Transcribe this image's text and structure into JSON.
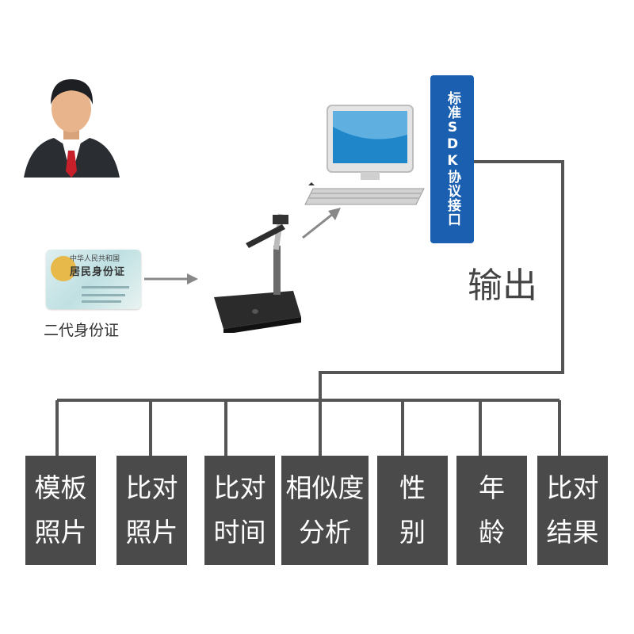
{
  "interface_label": "标准SDK协议接口",
  "output_label": "输出",
  "id_card": {
    "caption": "二代身份证",
    "card_title_top": "中华人民共和国",
    "card_title_main": "居民身份证"
  },
  "boxes": [
    {
      "line1": "模板",
      "line2": "照片"
    },
    {
      "line1": "比对",
      "line2": "照片"
    },
    {
      "line1": "比对",
      "line2": "时间"
    },
    {
      "line1": "相似度",
      "line2": "分析"
    },
    {
      "line1": "性",
      "line2": "别"
    },
    {
      "line1": "年",
      "line2": "龄"
    },
    {
      "line1": "比对",
      "line2": "结果"
    }
  ],
  "colors": {
    "interface_bar": "#1a5fb0",
    "box_fill": "#4a4a4a",
    "connector": "#555555",
    "arrow": "#888888"
  },
  "icons": [
    "person-icon",
    "id-card-icon",
    "document-camera-icon",
    "computer-icon"
  ]
}
